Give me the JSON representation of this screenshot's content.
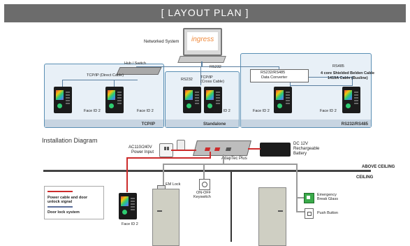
{
  "header": {
    "title": "[   LAYOUT PLAN      ]"
  },
  "network": {
    "networked_system": "Networked System",
    "brand": "ingress",
    "hub": "Hub / Switch",
    "tcpip_direct": "TCP/IP (Direct Cable)",
    "rs232_top": "RS232",
    "rs485_top": "RS485",
    "converter": [
      "RS232/RS485",
      "Data Converter"
    ],
    "cable_note": [
      "4 core Shielded Belden Cable",
      "1419A Cable (Busline)"
    ],
    "standalone_rs232": "RS232",
    "standalone_tcp": [
      "TCP/IP",
      "(Cross Cable)"
    ],
    "device_label": "Face ID 2",
    "sections": {
      "tcpip": "TCP/IP",
      "standalone": "Standalone",
      "rs": "RS232/RS485"
    }
  },
  "install": {
    "title": "Installation Diagram",
    "power_input": [
      "AC110/240V",
      "Power Input"
    ],
    "adaptec": "AdapTec Plus",
    "battery": [
      "DC 12V",
      "Rechargeable",
      "Battery"
    ],
    "above_ceiling": "ABOVE CEILING",
    "ceiling": "CEILING",
    "em_lock": "EM Lock",
    "keyswitch": [
      "ON-OFF",
      "Keyswitch"
    ],
    "emergency": [
      "Emergency",
      "Break Glass"
    ],
    "push_button": "Push Button",
    "device_label": "Face ID 2",
    "legend": {
      "power": [
        "Power cable and door",
        "unlock signal"
      ],
      "lock": "Door lock system"
    }
  },
  "colors": {
    "header": "#6c6c6c",
    "power": "#cc2b2b",
    "lock": "#5b6f9c",
    "section": "#e8f0f7"
  }
}
